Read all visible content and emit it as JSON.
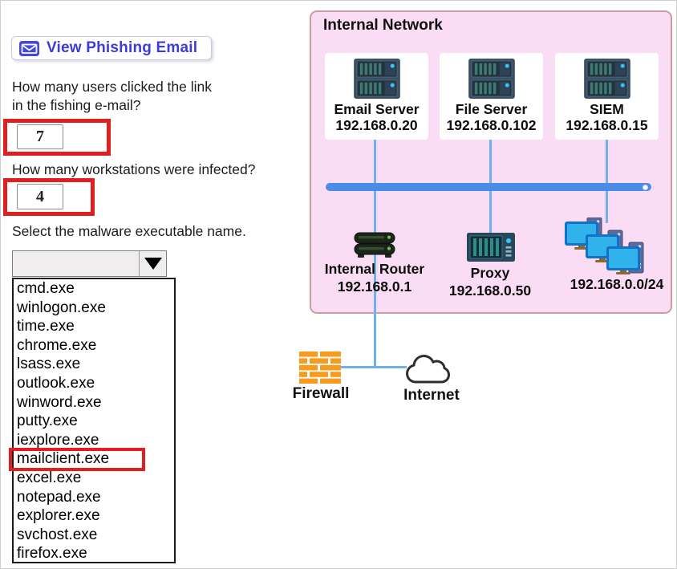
{
  "left": {
    "button_label": "View Phishing Email",
    "q1_line1": "How many users clicked the link",
    "q1_line2": "in the fishing e-mail?",
    "q1_value": "7",
    "q2_label": "How many workstations were infected?",
    "q2_value": "4",
    "q3_label": "Select the malware executable name.",
    "dropdown_value": "",
    "options": [
      "cmd.exe",
      "winlogon.exe",
      "time.exe",
      "chrome.exe",
      "lsass.exe",
      "outlook.exe",
      "winword.exe",
      "putty.exe",
      "iexplore.exe",
      "mailclient.exe",
      "excel.exe",
      "notepad.exe",
      "explorer.exe",
      "svchost.exe",
      "firefox.exe"
    ],
    "highlighted_option": "mailclient.exe"
  },
  "diagram": {
    "title": "Internal Network",
    "servers": [
      {
        "name": "Email Server",
        "ip": "192.168.0.20"
      },
      {
        "name": "File Server",
        "ip": "192.168.0.102"
      },
      {
        "name": "SIEM",
        "ip": "192.168.0.15"
      }
    ],
    "router": {
      "name": "Internal Router",
      "ip": "192.168.0.1"
    },
    "proxy": {
      "name": "Proxy",
      "ip": "192.168.0.50"
    },
    "workstations": {
      "ip": "192.168.0.0/24"
    },
    "firewall_label": "Firewall",
    "internet_label": "Internet"
  },
  "colors": {
    "highlight_red": "#e02020",
    "button_indigo": "#3c3cd8",
    "panel_pink": "#fbdcf5",
    "panel_border": "#cf9d9d",
    "bus_blue": "#4a8ce8",
    "connector_blue": "#6fb1ec",
    "monitor_blue": "#30b3ea",
    "firewall_orange": "#f79b1e"
  }
}
